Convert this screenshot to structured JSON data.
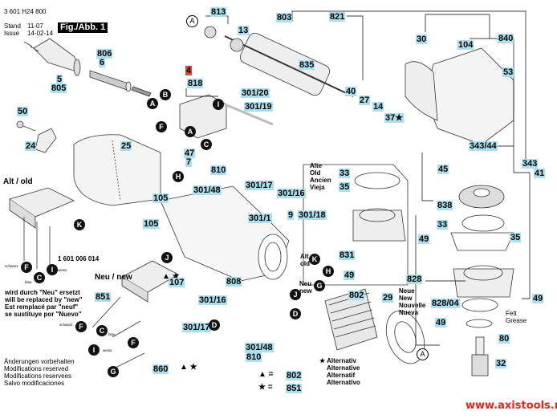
{
  "header": {
    "part_number": "3 601 H24 800",
    "stand_label": "Stand",
    "issue_label": "Issue",
    "stand_value": "11-07",
    "issue_value": "14-02-14",
    "figure": "Fig./Abb. 1"
  },
  "labels": [
    "813",
    "13",
    "803",
    "821",
    "30",
    "840",
    "104",
    "835",
    "4",
    "818",
    "301/20",
    "301/19",
    "40",
    "27",
    "14",
    "37★",
    "53",
    "50",
    "5",
    "805",
    "806",
    "6",
    "24",
    "25",
    "47",
    "7",
    "810",
    "301/48",
    "301/17",
    "301/16",
    "105",
    "105",
    "301/1",
    "9",
    "301/18",
    "343/44",
    "45",
    "343",
    "41",
    "838",
    "33",
    "35",
    "49",
    "831",
    "49",
    "33",
    "35",
    "828",
    "828/04",
    "49",
    "49",
    "80",
    "32",
    "29",
    "802",
    "808",
    "107",
    "851",
    "860",
    "301/16",
    "301/17",
    "301/48",
    "810",
    "802",
    "851"
  ],
  "callouts": [
    "A",
    "A",
    "B",
    "A",
    "I",
    "F",
    "C",
    "H",
    "K",
    "F",
    "C",
    "I",
    "J",
    "K",
    "H",
    "G",
    "J",
    "D",
    "A",
    "F",
    "C",
    "I",
    "F",
    "G",
    "D"
  ],
  "texts": {
    "alt_old": "Alt / old",
    "cable_part": "1 601 006 014",
    "neu_new": "Neu / new",
    "replaced": [
      "wird durch \"Neu\" ersetzt",
      "will be replaced by \"new\"",
      "Est remplacé par \"neuf\"",
      "se sustituye por \"Nuevo\""
    ],
    "modifications": [
      "Änderungen vorbehalten",
      "Modifications reserved",
      "Modifications reservees",
      "Salvo modificaciones"
    ],
    "alte": [
      "Alte",
      "Old",
      "Ancien",
      "Vieja"
    ],
    "alt_old2": [
      "Alt",
      "old"
    ],
    "neu_new2": [
      "Neu",
      "new"
    ],
    "neue": [
      "Neue",
      "New",
      "Nouvelle",
      "Nueva"
    ],
    "grease": [
      "Fett",
      "Grease"
    ],
    "alternativ": [
      "★ Alternativ",
      "Alternative",
      "Alternatif",
      "Alternativo"
    ],
    "legend_tri": "▲ = ",
    "legend_star": "★ = ",
    "tri_star": "▲ ★",
    "wire_colors": [
      "schwarz",
      "blau",
      "weiss",
      "schwarz",
      "blau",
      "weiss"
    ],
    "website": "www.axistools.ru"
  },
  "colors": {
    "label_bg": "#a9dfee",
    "highlight": "#e0482e",
    "website": "#e0261b"
  }
}
